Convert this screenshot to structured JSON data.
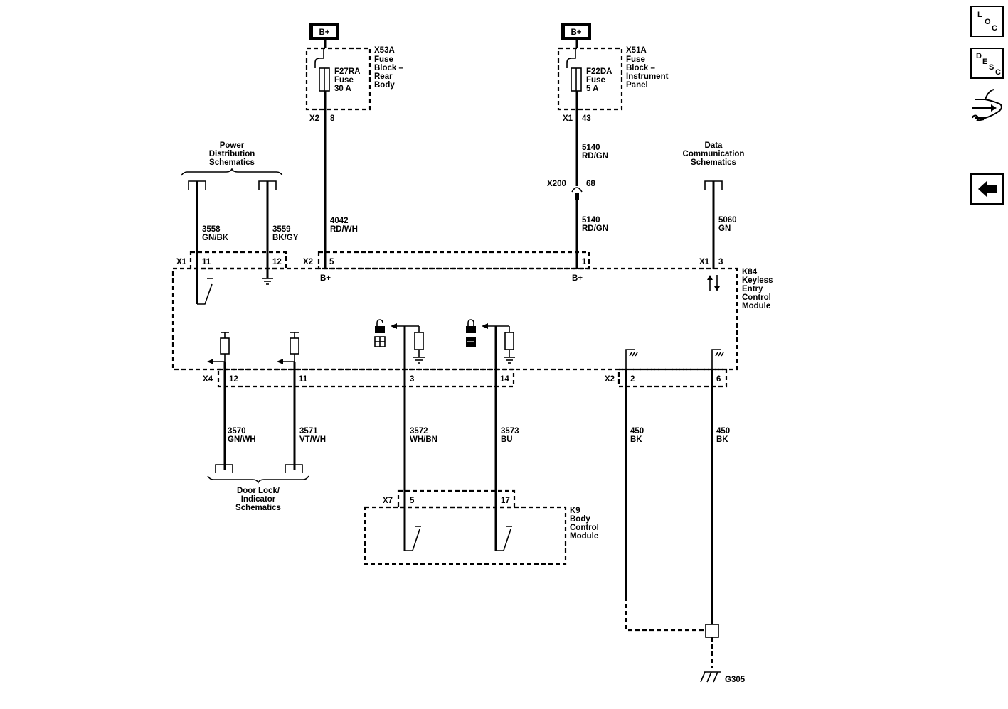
{
  "supply": {
    "b_plus_left": "B+",
    "b_plus_right": "B+"
  },
  "fuse_rear": {
    "block_id": "X53A",
    "block_name": [
      "Fuse",
      "Block –",
      "Rear",
      "Body"
    ],
    "fuse_id": "F27RA",
    "fuse_word": "Fuse",
    "rating": "30 A",
    "connector": "X2",
    "pin": "8"
  },
  "fuse_ip": {
    "block_id": "X51A",
    "block_name": [
      "Fuse",
      "Block –",
      "Instrument",
      "Panel"
    ],
    "fuse_id": "F22DA",
    "fuse_word": "Fuse",
    "rating": "5 A",
    "connector": "X1",
    "pin": "43"
  },
  "refs": {
    "power_distribution": [
      "Power",
      "Distribution",
      "Schematics"
    ],
    "data_communication": [
      "Data",
      "Communication",
      "Schematics"
    ],
    "door_lock": [
      "Door Lock/",
      "Indicator",
      "Schematics"
    ]
  },
  "wires": {
    "w3558": {
      "num": "3558",
      "color": "GN/BK"
    },
    "w3559": {
      "num": "3559",
      "color": "BK/GY"
    },
    "w4042": {
      "num": "4042",
      "color": "RD/WH"
    },
    "w5140a": {
      "num": "5140",
      "color": "RD/GN"
    },
    "w5140b": {
      "num": "5140",
      "color": "RD/GN"
    },
    "w5060": {
      "num": "5060",
      "color": "GN"
    },
    "w3570": {
      "num": "3570",
      "color": "GN/WH"
    },
    "w3571": {
      "num": "3571",
      "color": "VT/WH"
    },
    "w3572": {
      "num": "3572",
      "color": "WH/BN"
    },
    "w3573": {
      "num": "3573",
      "color": "BU"
    },
    "w450a": {
      "num": "450",
      "color": "BK"
    },
    "w450b": {
      "num": "450",
      "color": "BK"
    }
  },
  "inline": {
    "id": "X200",
    "pin": "68"
  },
  "module_k84": {
    "name": [
      "K84",
      "Keyless",
      "Entry",
      "Control",
      "Module"
    ],
    "x1": "X1",
    "x1_pin11": "11",
    "x1_pin12": "12",
    "x2": "X2",
    "x2_pin5": "5",
    "x2_pin1": "1",
    "x1b": "X1",
    "x1b_pin3": "3",
    "bplus_a": "B+",
    "bplus_b": "B+",
    "x4": "X4",
    "x4_pin12": "12",
    "x4_pin11": "11",
    "x4_pin3": "3",
    "x4_pin14": "14",
    "x2b": "X2",
    "x2b_pin2": "2",
    "x2b_pin6": "6"
  },
  "module_k9": {
    "name": [
      "K9",
      "Body",
      "Control",
      "Module"
    ],
    "connector": "X7",
    "pin5": "5",
    "pin17": "17"
  },
  "ground": {
    "id": "G305"
  },
  "nav": {
    "loc": [
      "L",
      "O",
      "C"
    ],
    "desc": [
      "D",
      "E",
      "S",
      "C"
    ],
    "link_icon": "connector-view-icon",
    "back_icon": "back-arrow-icon"
  }
}
